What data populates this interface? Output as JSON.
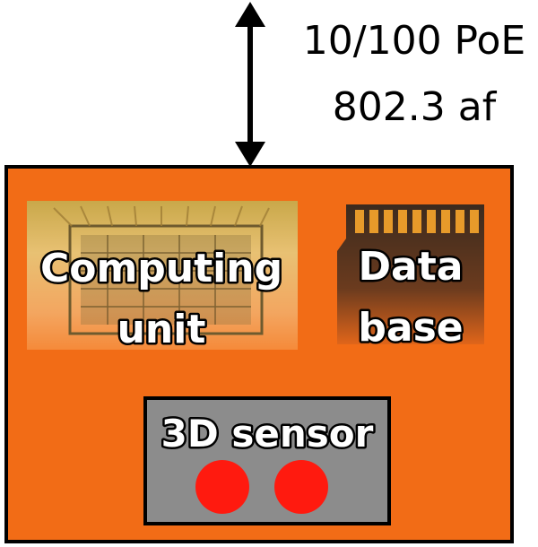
{
  "connection": {
    "line1": "10/100 PoE",
    "line2": "802.3 af"
  },
  "device": {
    "body_color": "#f26c16",
    "computing_unit": {
      "line1": "Computing",
      "line2": "unit"
    },
    "database": {
      "line1": "Data",
      "line2": "base"
    },
    "sensor": {
      "label": "3D sensor",
      "panel_color": "#8c8c8c",
      "lens_color": "#ff1a0f",
      "lens_count": 2
    }
  }
}
